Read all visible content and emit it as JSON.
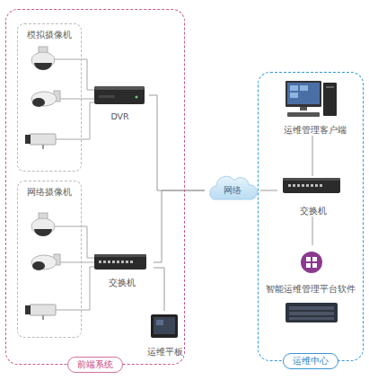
{
  "diagram": {
    "nodes": [
      {
        "text": [
          "前端系统"
        ]
      },
      {
        "text": [
          "模拟摄像机"
        ],
        "in": 0
      },
      {
        "text": [
          "网络摄像机"
        ],
        "in": 0
      },
      {
        "text": [
          "DVR"
        ],
        "in": 0
      },
      {
        "text": [
          "交换机"
        ],
        "in": 0
      },
      {
        "text": [
          "运维平板"
        ],
        "in": 0
      },
      {
        "text": [
          "网络"
        ]
      },
      {
        "text": [
          "运维中心"
        ]
      },
      {
        "text": [
          "运维管理客户端"
        ],
        "in": 7
      },
      {
        "text": [
          "交换机"
        ],
        "in": 7
      },
      {
        "text": [
          "智能运维管理平台软件"
        ],
        "in": 7
      }
    ],
    "edges": [
      {
        "from": 3,
        "to": 6,
        "arrow": "none"
      },
      {
        "from": 4,
        "to": 6,
        "arrow": "none"
      },
      {
        "from": 4,
        "to": 5,
        "arrow": "none"
      },
      {
        "from": 6,
        "to": 9,
        "arrow": "none"
      },
      {
        "from": 8,
        "to": 9,
        "arrow": "none"
      },
      {
        "from": 9,
        "to": 10,
        "arrow": "none"
      }
    ]
  }
}
